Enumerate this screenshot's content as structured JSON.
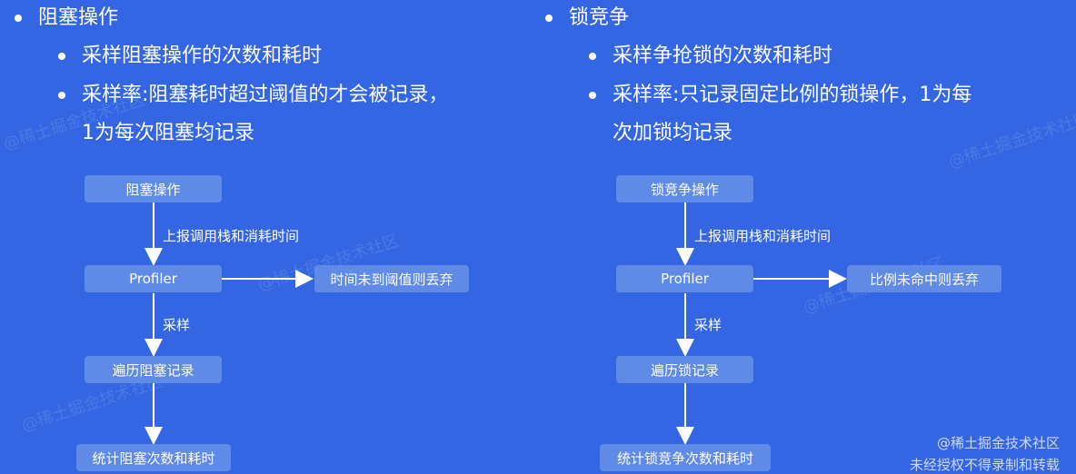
{
  "left": {
    "heading": "阻塞操作",
    "bullets": [
      "采样阻塞操作的次数和耗时",
      "采样率:阻塞耗时超过阈值的才会被记录，",
      "1为每次阻塞均记录"
    ],
    "flow": {
      "n1": "阻塞操作",
      "e1": "上报调用栈和消耗时间",
      "n2": "Profiler",
      "n3": "时间未到阈值则丢弃",
      "e2": "采样",
      "n4": "遍历阻塞记录",
      "n5": "统计阻塞次数和耗时"
    }
  },
  "right": {
    "heading": "锁竞争",
    "bullets": [
      "采样争抢锁的次数和耗时",
      "采样率:只记录固定比例的锁操作，1为每",
      "次加锁均记录"
    ],
    "flow": {
      "n1": "锁竞争操作",
      "e1": "上报调用栈和消耗时间",
      "n2": "Profiler",
      "n3": "比例未命中则丢弃",
      "e2": "采样",
      "n4": "遍历锁记录",
      "n5": "统计锁竞争次数和耗时"
    }
  },
  "watermark": {
    "site": "@稀土掘金技术社区",
    "notice": "未经授权不得录制和转载"
  },
  "colors": {
    "background": "#3466e3",
    "node_fill": "#5f8ae6",
    "text": "#ffffff"
  }
}
